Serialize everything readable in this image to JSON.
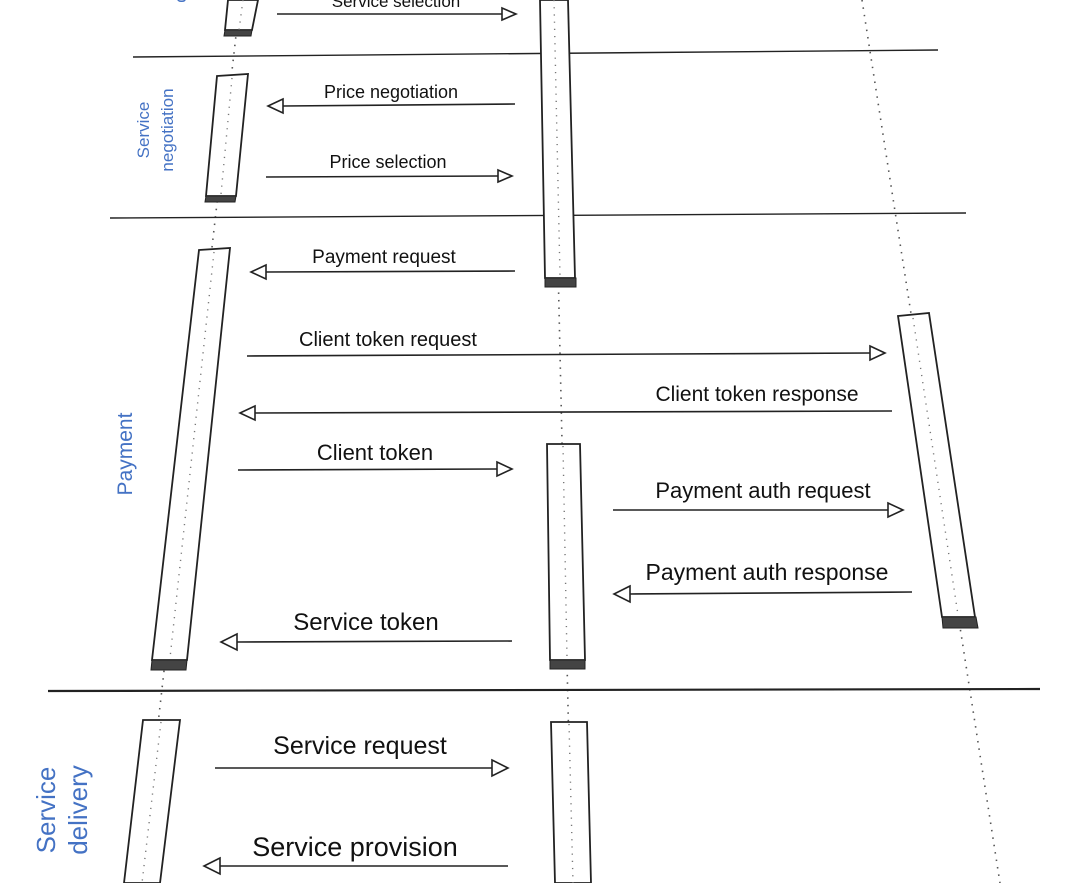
{
  "phases": {
    "discovery_partial": "d",
    "negotiation_line1": "Service",
    "negotiation_line2": "negotiation",
    "payment": "Payment",
    "delivery_line1": "Service",
    "delivery_line2": "delivery"
  },
  "messages": {
    "service_selection": "Service selection",
    "price_negotiation": "Price negotiation",
    "price_selection": "Price selection",
    "payment_request": "Payment request",
    "client_token_request": "Client token request",
    "client_token_response": "Client token response",
    "client_token": "Client token",
    "payment_auth_request": "Payment auth request",
    "payment_auth_response": "Payment auth response",
    "service_token": "Service token",
    "service_request": "Service request",
    "service_provision": "Service provision"
  },
  "colors": {
    "phase_label": "#4472c4",
    "lines": "#222222",
    "activation_foot": "#444444"
  }
}
